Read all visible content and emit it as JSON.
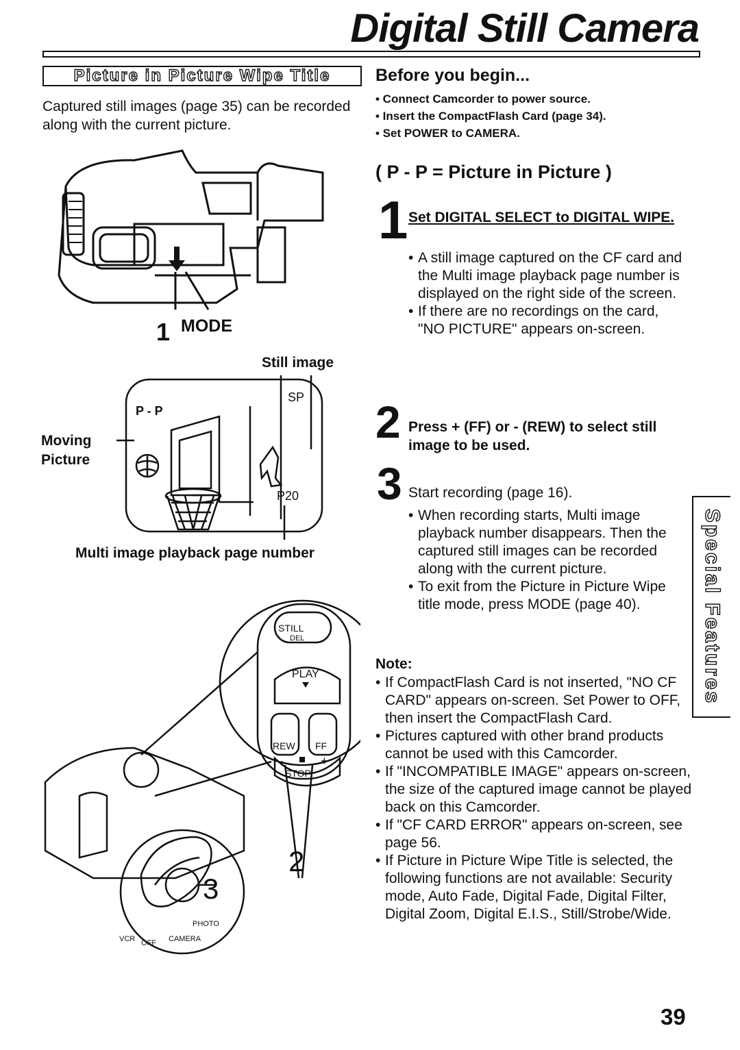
{
  "header": {
    "title": "Digital Still Camera",
    "section_banner": "Picture in Picture Wipe Title"
  },
  "intro": "Captured still images (page 35) can be recorded along with the current picture.",
  "illustration_labels": {
    "mode_number": "1",
    "mode": "MODE",
    "still_image": "Still image",
    "moving_picture_line1": "Moving",
    "moving_picture_line2": "Picture",
    "screen_pp": "P - P",
    "screen_sp": "SP",
    "screen_p20": "P20",
    "multi_image": "Multi image playback page number",
    "remote_still": "STILL",
    "remote_del": "DEL",
    "remote_play": "PLAY",
    "remote_rew": "REW",
    "remote_ff": "FF",
    "remote_stop": "STOP",
    "remote_minus": "-",
    "remote_plus": "+",
    "callout_2": "2",
    "callout_3": "3",
    "dial_vcr": "VCR",
    "dial_off": "OFF",
    "dial_camera": "CAMERA",
    "dial_photo": "PHOTO"
  },
  "before_you_begin": {
    "heading": "Before you begin...",
    "items": [
      "• Connect Camcorder to power source.",
      "• Insert the CompactFlash Card (page 34).",
      "• Set POWER to CAMERA."
    ]
  },
  "pp_heading": "( P - P = Picture in Picture )",
  "steps": [
    {
      "number": "1",
      "title": "Set DIGITAL SELECT to DIGITAL WIPE.",
      "bullets": [
        "A still image captured on the CF card and the Multi image playback page number is displayed on the right side of the screen.",
        "If there are no recordings on the card, \"NO PICTURE\" appears on-screen."
      ]
    },
    {
      "number": "2",
      "title": "Press + (FF) or - (REW) to select still image to be used."
    },
    {
      "number": "3",
      "title": "Start recording (page 16).",
      "bullets": [
        "When recording starts, Multi image playback number disappears. Then the captured still images can be recorded along with the current picture.",
        "To exit from the Picture in Picture Wipe title mode, press MODE (page 40)."
      ]
    }
  ],
  "side_tab": "Special Features",
  "note": {
    "heading": "Note:",
    "bullets": [
      "If CompactFlash Card is not inserted, \"NO CF CARD\" appears on-screen. Set Power to OFF, then insert the CompactFlash Card.",
      "Pictures captured with other brand products cannot be used with this Camcorder.",
      "If \"INCOMPATIBLE IMAGE\" appears on-screen, the size of the captured image cannot be played back on this Camcorder.",
      "If \"CF CARD ERROR\" appears on-screen, see page 56.",
      "If Picture in Picture Wipe Title is selected, the following functions are not available: Security mode, Auto Fade, Digital Fade, Digital Filter, Digital Zoom, Digital E.I.S., Still/Strobe/Wide."
    ]
  },
  "page_number": "39"
}
